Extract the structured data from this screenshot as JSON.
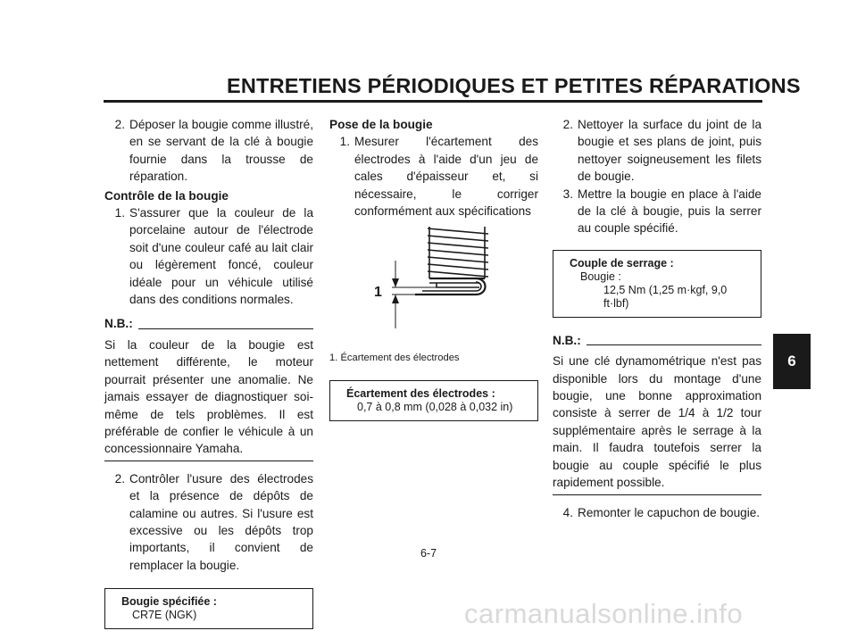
{
  "header": {
    "title": "ENTRETIENS PÉRIODIQUES ET PETITES RÉPARATIONS"
  },
  "col1": {
    "step2_num": "2.",
    "step2_text": "Déposer la bougie comme illustré, en se servant de la clé à bougie fournie dans la trousse de réparation.",
    "control_heading": "Contrôle de la bougie",
    "c1_num": "1.",
    "c1_text": "S'assurer que la couleur de la porcelaine autour de l'électrode soit d'une couleur café au lait clair ou légèrement foncé, couleur idéale pour un véhicule utilisé dans des conditions normales.",
    "nb_label": "N.B.:",
    "nb_text": "Si la couleur de la bougie est nettement différente, le moteur pourrait présenter une anomalie. Ne jamais essayer de diagnostiquer soi-même de tels problèmes. Il est préférable de confier le véhicule à un concessionnaire Yamaha.",
    "c2_num": "2.",
    "c2_text": "Contrôler l'usure des électrodes et la présence de dépôts de calamine ou autres. Si l'usure est excessive ou les dépôts trop importants, il convient de remplacer la bougie.",
    "spec_box": {
      "title": "Bougie spécifiée :",
      "value": "CR7E (NGK)"
    }
  },
  "col2": {
    "install_heading": "Pose de la bougie",
    "p1_num": "1.",
    "p1_text": "Mesurer l'écartement des électrodes à l'aide d'un jeu de cales d'épaisseur et, si nécessaire, le corriger conformément aux spécifications",
    "figure_callout": "1",
    "figure_caption": "1. Écartement des électrodes",
    "gap_box": {
      "title": "Écartement des électrodes :",
      "value": "0,7 à 0,8 mm (0,028 à 0,032 in)"
    }
  },
  "col3": {
    "s2_num": "2.",
    "s2_text": "Nettoyer la surface du joint de la bougie et ses plans de joint, puis nettoyer soigneusement les filets de bougie.",
    "s3_num": "3.",
    "s3_text": "Mettre la bougie en place à l'aide de la clé à bougie, puis la serrer au couple spécifié.",
    "torque_box": {
      "title": "Couple de serrage :",
      "label": "Bougie :",
      "value": "12,5 Nm (1,25 m·kgf, 9,0 ft·lbf)"
    },
    "nb_label": "N.B.:",
    "nb_text": "Si une clé dynamométrique n'est pas disponible lors du montage d'une bougie, une bonne approximation consiste à serrer de 1/4 à 1/2 tour supplémentaire après le serrage à la main. Il faudra toutefois serrer la bougie au couple spécifié le plus rapidement possible.",
    "s4_num": "4.",
    "s4_text": "Remonter le capuchon de bougie."
  },
  "section_tab": "6",
  "page_number": "6-7",
  "watermark": "carmanualsonline.info"
}
